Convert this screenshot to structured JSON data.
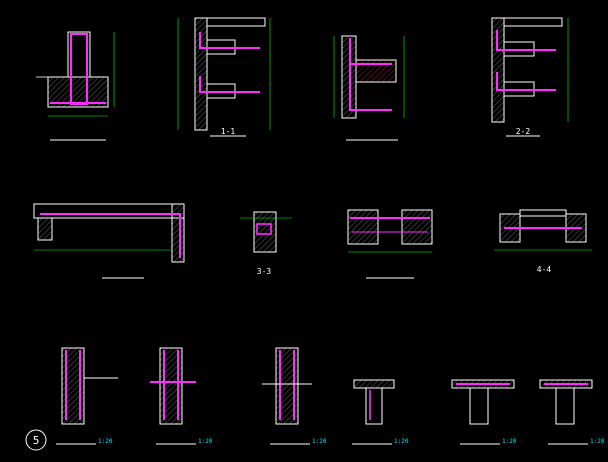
{
  "sheet": {
    "number": "5",
    "colors": {
      "background": "#000000",
      "wall": "#f0f0f0",
      "rebar": "#ff2bff",
      "dimension": "#00ff00",
      "title": "#ffffff",
      "scale_note": "#00e5ff",
      "hatch": "#ff3030",
      "yellow": "#ffff00"
    }
  },
  "details": [
    {
      "key": "d1",
      "title": "",
      "scale": ""
    },
    {
      "key": "d2",
      "title": "1-1",
      "scale": ""
    },
    {
      "key": "d3",
      "title": "",
      "scale": ""
    },
    {
      "key": "d4",
      "title": "2-2",
      "scale": ""
    },
    {
      "key": "d5",
      "title": "",
      "scale": ""
    },
    {
      "key": "d6",
      "title": "3-3",
      "scale": ""
    },
    {
      "key": "d7",
      "title": "",
      "scale": ""
    },
    {
      "key": "d8",
      "title": "4-4",
      "scale": ""
    },
    {
      "key": "d9",
      "title": "",
      "scale": "1:20"
    },
    {
      "key": "d10",
      "title": "",
      "scale": "1:20"
    },
    {
      "key": "d11",
      "title": "",
      "scale": "1:20"
    },
    {
      "key": "d12",
      "title": "",
      "scale": "1:20"
    },
    {
      "key": "d13",
      "title": "",
      "scale": "1:20"
    },
    {
      "key": "d14",
      "title": "",
      "scale": "1:20"
    }
  ]
}
